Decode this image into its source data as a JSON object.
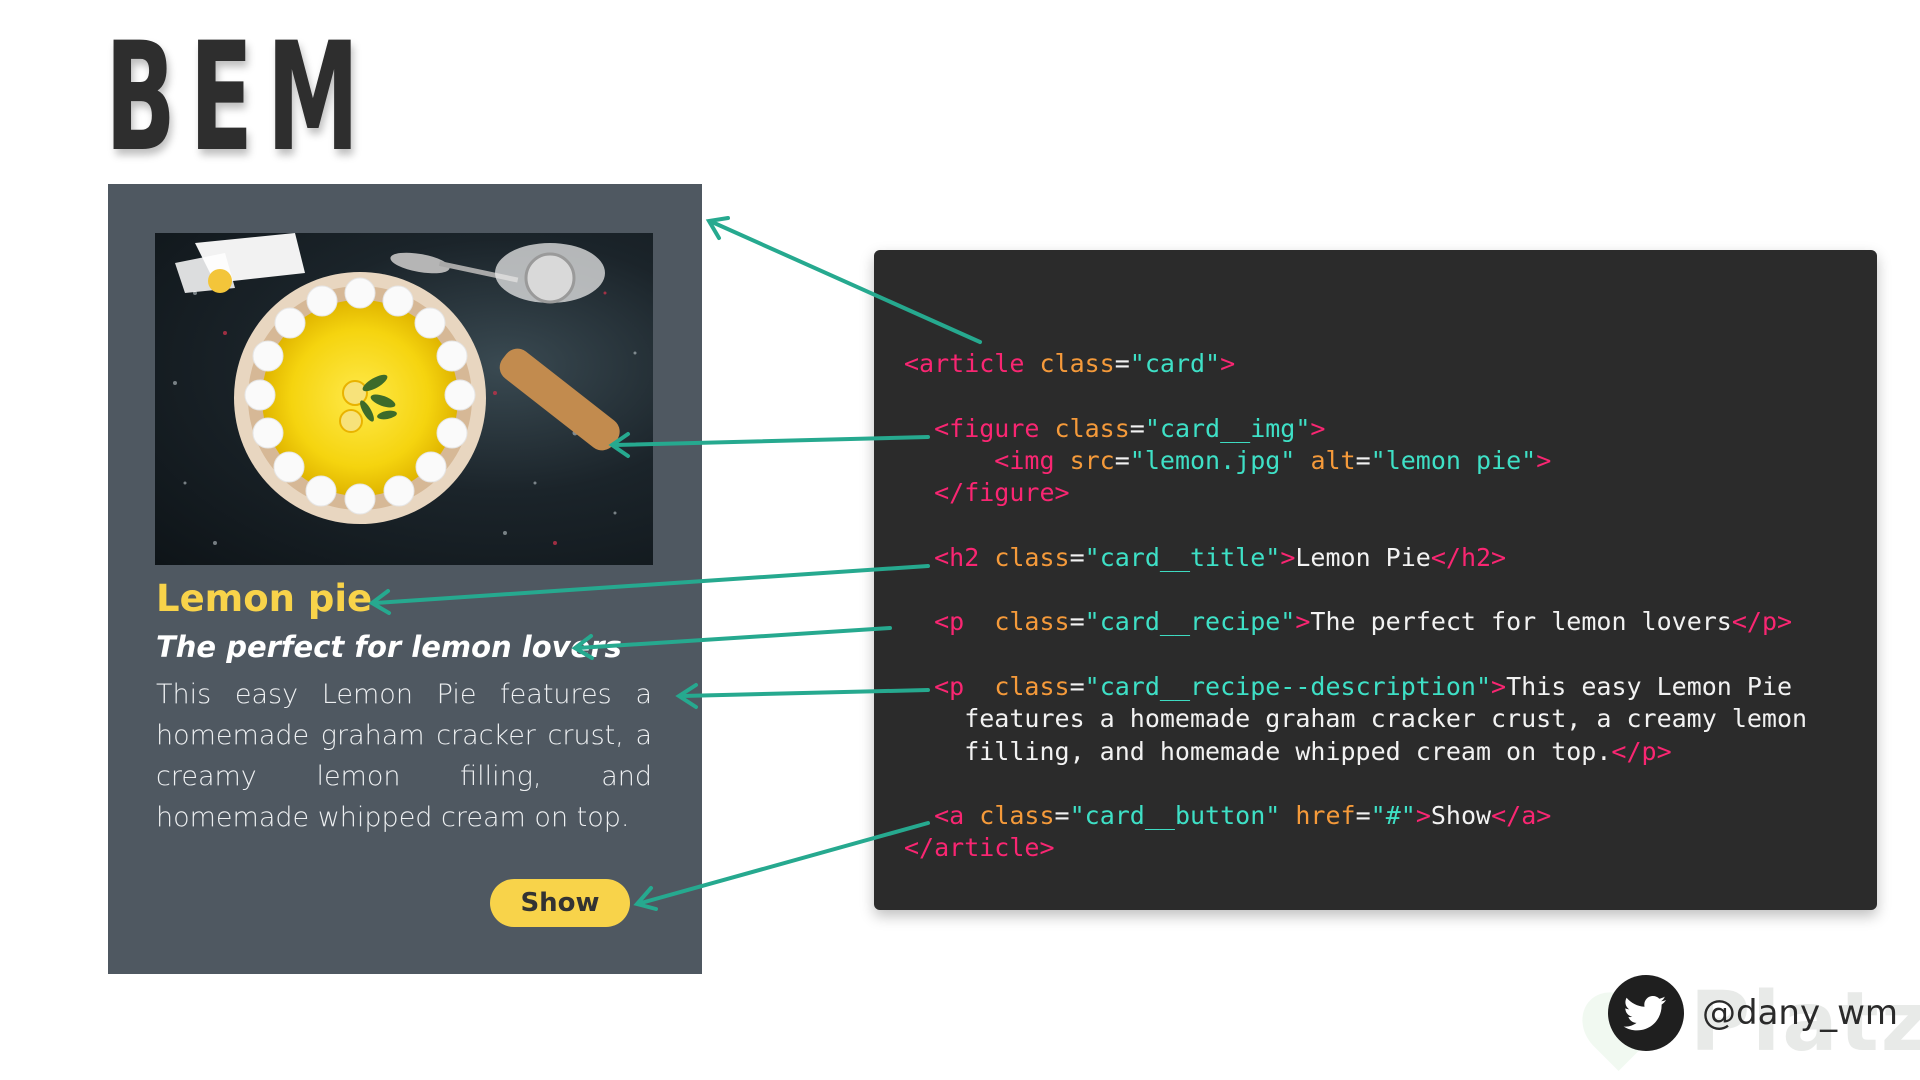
{
  "slide": {
    "title": "BEM"
  },
  "card": {
    "image_alt": "lemon pie",
    "title": "Lemon pie",
    "recipe": "The perfect for lemon lovers",
    "description": "This easy Lemon Pie features a homemade graham cracker crust, a creamy lemon filling, and homemade whipped cream on top.",
    "button_label": "Show"
  },
  "code": {
    "lines": [
      [
        {
          "t": "<article ",
          "c": "tg"
        },
        {
          "t": "class",
          "c": "at"
        },
        {
          "t": "=",
          "c": "tx"
        },
        {
          "t": "\"card\"",
          "c": "st"
        },
        {
          "t": ">",
          "c": "tg"
        }
      ],
      [],
      [
        {
          "t": "  <figure ",
          "c": "tg"
        },
        {
          "t": "class",
          "c": "at"
        },
        {
          "t": "=",
          "c": "tx"
        },
        {
          "t": "\"card__img\"",
          "c": "st"
        },
        {
          "t": ">",
          "c": "tg"
        }
      ],
      [
        {
          "t": "      <img ",
          "c": "tg"
        },
        {
          "t": "src",
          "c": "at"
        },
        {
          "t": "=",
          "c": "tx"
        },
        {
          "t": "\"lemon.jpg\"",
          "c": "st"
        },
        {
          "t": " ",
          "c": "tx"
        },
        {
          "t": "alt",
          "c": "at"
        },
        {
          "t": "=",
          "c": "tx"
        },
        {
          "t": "\"lemon pie\"",
          "c": "st"
        },
        {
          "t": ">",
          "c": "tg"
        }
      ],
      [
        {
          "t": "  </figure>",
          "c": "tg"
        }
      ],
      [],
      [
        {
          "t": "  <h2 ",
          "c": "tg"
        },
        {
          "t": "class",
          "c": "at"
        },
        {
          "t": "=",
          "c": "tx"
        },
        {
          "t": "\"card__title\"",
          "c": "st"
        },
        {
          "t": ">",
          "c": "tg"
        },
        {
          "t": "Lemon Pie",
          "c": "tx"
        },
        {
          "t": "</h2>",
          "c": "tg"
        }
      ],
      [],
      [
        {
          "t": "  <p  ",
          "c": "tg"
        },
        {
          "t": "class",
          "c": "at"
        },
        {
          "t": "=",
          "c": "tx"
        },
        {
          "t": "\"card__recipe\"",
          "c": "st"
        },
        {
          "t": ">",
          "c": "tg"
        },
        {
          "t": "The perfect for lemon lovers",
          "c": "tx"
        },
        {
          "t": "</p>",
          "c": "tg"
        }
      ],
      [],
      [
        {
          "t": "  <p  ",
          "c": "tg"
        },
        {
          "t": "class",
          "c": "at"
        },
        {
          "t": "=",
          "c": "tx"
        },
        {
          "t": "\"card__recipe--description\"",
          "c": "st"
        },
        {
          "t": ">",
          "c": "tg"
        },
        {
          "t": "This easy Lemon Pie",
          "c": "tx"
        }
      ],
      [
        {
          "t": "    features a homemade graham cracker crust, a creamy lemon",
          "c": "tx"
        }
      ],
      [
        {
          "t": "    filling, and homemade whipped cream on top.",
          "c": "tx"
        },
        {
          "t": "</p>",
          "c": "tg"
        }
      ],
      [],
      [
        {
          "t": "  <a ",
          "c": "tg"
        },
        {
          "t": "class",
          "c": "at"
        },
        {
          "t": "=",
          "c": "tx"
        },
        {
          "t": "\"card__button\"",
          "c": "st"
        },
        {
          "t": " ",
          "c": "tx"
        },
        {
          "t": "href",
          "c": "at"
        },
        {
          "t": "=",
          "c": "tx"
        },
        {
          "t": "\"#\"",
          "c": "st"
        },
        {
          "t": ">",
          "c": "tg"
        },
        {
          "t": "Show",
          "c": "tx"
        },
        {
          "t": "</a>",
          "c": "tg"
        }
      ],
      [
        {
          "t": "</article>",
          "c": "tg"
        }
      ]
    ]
  },
  "footer": {
    "handle": "@dany_wm",
    "watermark": "Platzi",
    "icon": "twitter-bird-icon"
  },
  "colors": {
    "card_bg": "#4f5861",
    "accent_yellow": "#f8d34a",
    "code_bg": "#2b2b2b",
    "arrow": "#26a98f",
    "tag": "#f92672",
    "attribute": "#f59a3a",
    "string": "#3ee0c6"
  }
}
